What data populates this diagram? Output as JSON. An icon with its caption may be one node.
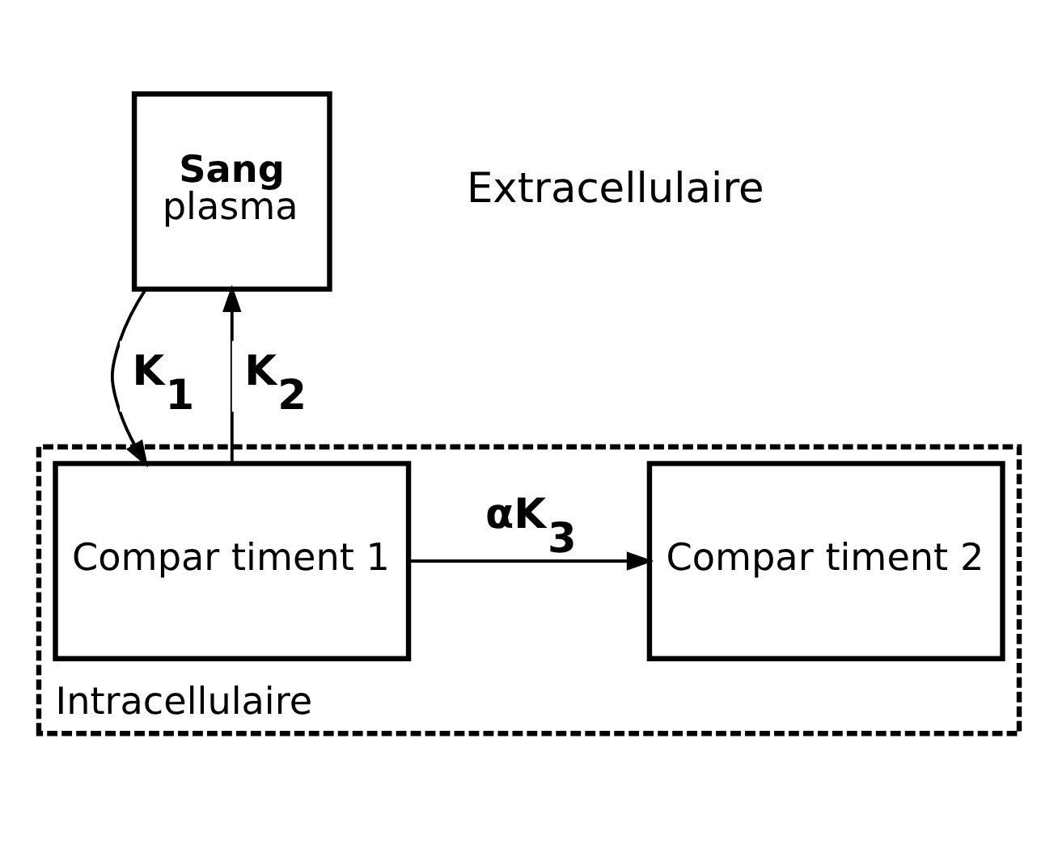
{
  "diagram": {
    "nodes": [
      {
        "text": [
          "Sang",
          "plasma"
        ]
      },
      {
        "text": [
          "Intracellulaire"
        ]
      },
      {
        "text": [
          "Compar timent 1"
        ],
        "in": 1
      },
      {
        "text": [
          "Compar timent 2"
        ],
        "in": 1
      }
    ],
    "edges": [
      {
        "from": 2,
        "to": 0,
        "arrow": "to",
        "label": "K$_{2}$"
      },
      {
        "from": 0,
        "to": 2,
        "arrow": "to",
        "label": "K$_{1}$"
      },
      {
        "from": 2,
        "to": 3,
        "arrow": "to",
        "label": "αK$_{3}$"
      }
    ],
    "labels": [
      "Extracellulaire"
    ]
  }
}
